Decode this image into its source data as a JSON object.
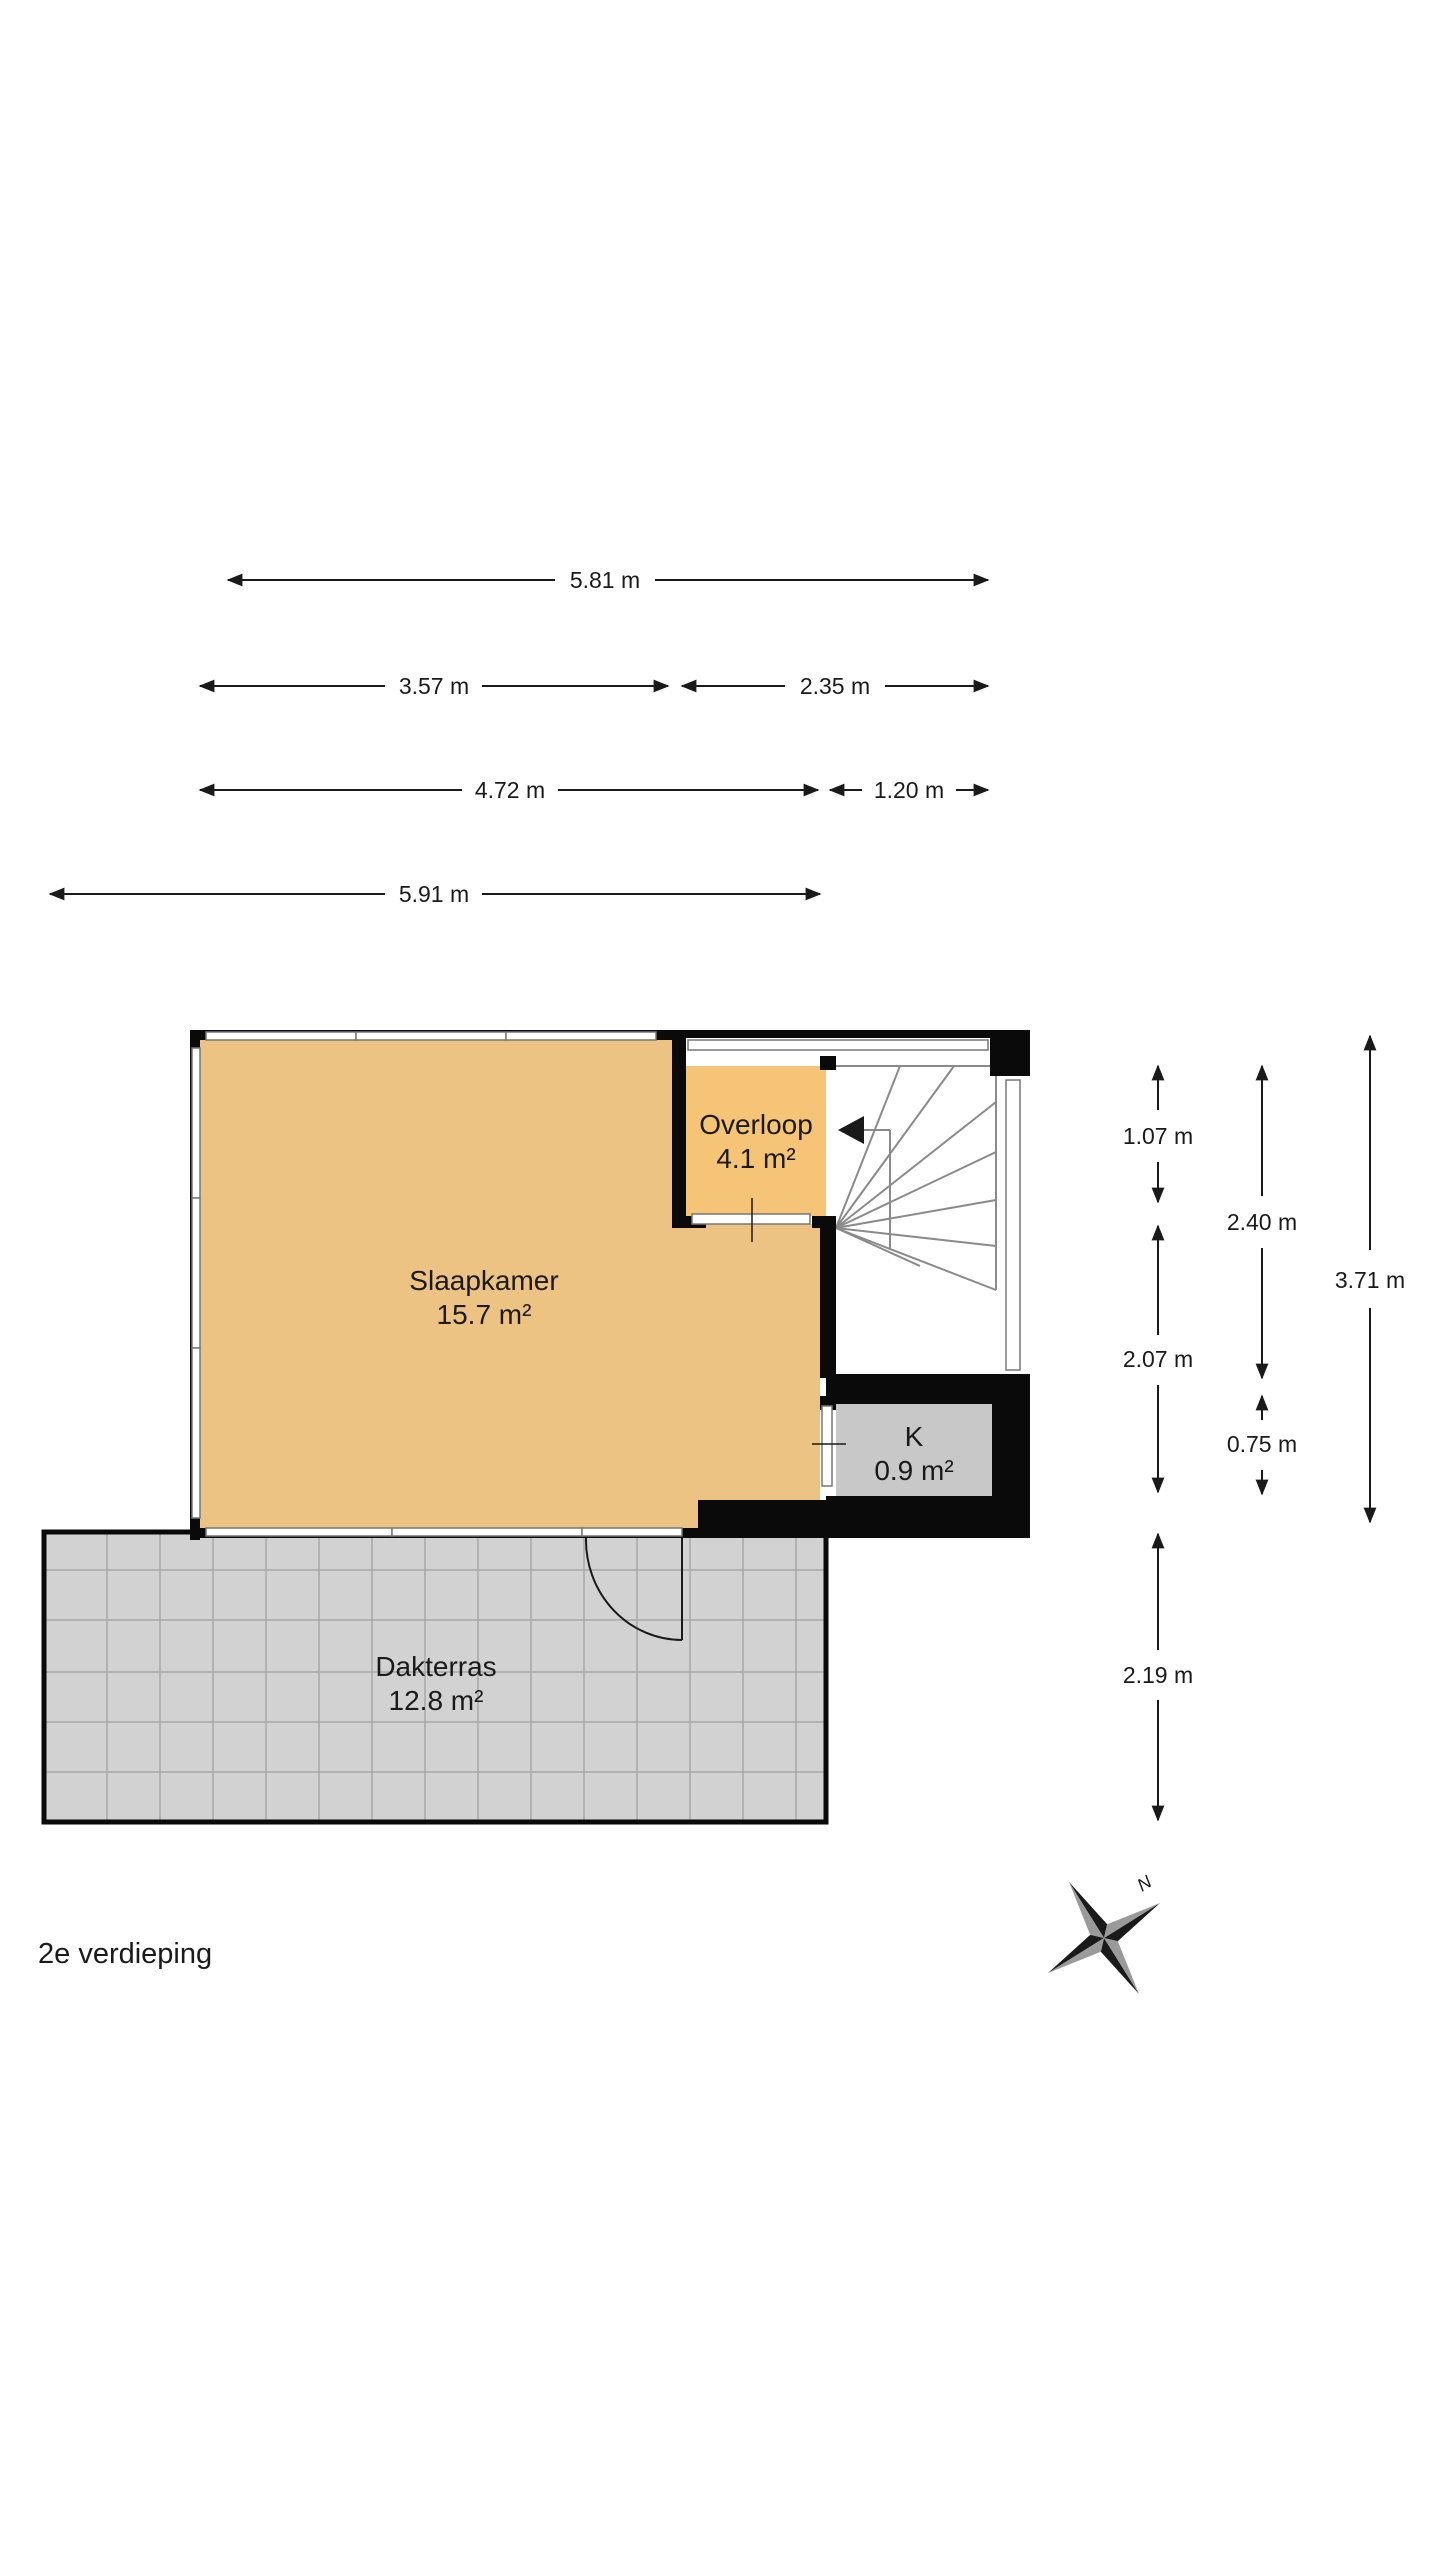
{
  "floor": {
    "label": "2e verdieping"
  },
  "rooms": {
    "slaapkamer": {
      "name": "Slaapkamer",
      "area": "15.7 m²"
    },
    "overloop": {
      "name": "Overloop",
      "area": "4.1 m²"
    },
    "k": {
      "name": "K",
      "area": "0.9 m²"
    },
    "dakterras": {
      "name": "Dakterras",
      "area": "12.8 m²"
    }
  },
  "dimensions": {
    "top_total_1": "5.81 m",
    "top_left_2": "3.57 m",
    "top_right_2": "2.35 m",
    "top_left_3": "4.72 m",
    "top_right_3": "1.20 m",
    "top_total_4": "5.91 m",
    "right_a_1": "1.07 m",
    "right_a_2": "2.07 m",
    "right_a_3": "2.19 m",
    "right_b_1": "2.40 m",
    "right_b_2": "0.75 m",
    "right_c_1": "3.71 m"
  },
  "compass": {
    "north_label": "N"
  },
  "colors": {
    "slaapkamer_fill": "#EDC383",
    "overloop_fill": "#F6C476",
    "k_fill": "#C8C8C8",
    "terrace_fill": "#D2D2D2",
    "wall": "#0a0a0a"
  }
}
